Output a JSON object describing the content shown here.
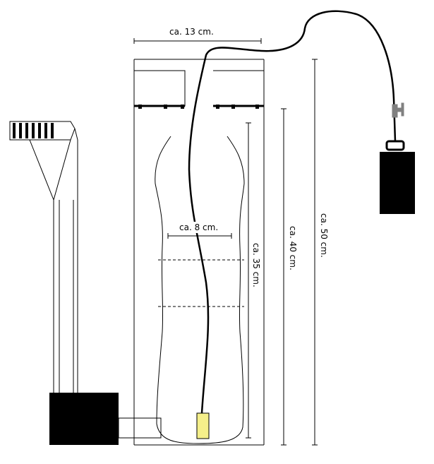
{
  "labels": {
    "width_top": "ca. 13 cm.",
    "width_bottle": "ca. 8 cm.",
    "height_35": "ca. 35 cm.",
    "height_40": "ca. 40 cm.",
    "height_50": "ca. 50 cm."
  },
  "colors": {
    "line": "#000000",
    "fill_dark": "#000000",
    "sensor": "#f5ef8a",
    "valve": "#808080",
    "background": "#ffffff"
  }
}
